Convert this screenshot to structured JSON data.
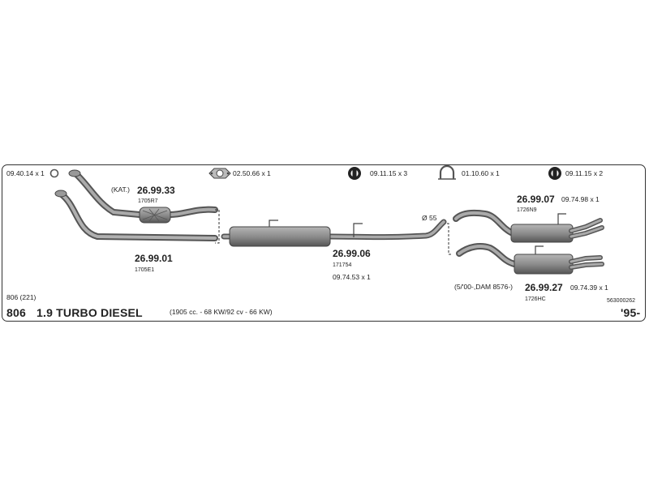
{
  "model": {
    "code": "806",
    "series": "806 (221)",
    "name": "1.9 TURBO DIESEL",
    "spec": "(1905 cc. - 68 KW/92 cv - 66 KW)",
    "year": "'95-",
    "ref": "563000262"
  },
  "accessories": [
    {
      "text": "09.40.14 x 1",
      "icon": "gasket-ring-icon"
    },
    {
      "text": "02.50.66 x 1",
      "icon": "flange-gasket-icon"
    },
    {
      "text": "09.11.15 x 3",
      "icon": "rubber-mount-icon"
    },
    {
      "text": "01.10.60 x 1",
      "icon": "pipe-clamp-icon"
    },
    {
      "text": "09.11.15 x 2",
      "icon": "rubber-mount-icon"
    }
  ],
  "parts": {
    "catalyst": {
      "prefix": "(KAT.)",
      "number": "26.99.33",
      "sub": "1705R7"
    },
    "front_pipe": {
      "number": "26.99.01",
      "sub": "1705E1"
    },
    "middle": {
      "number": "26.99.06",
      "sub": "171754",
      "extra": "09.74.53 x 1",
      "diameter": "Ø 55"
    },
    "rear_a": {
      "number": "26.99.07",
      "sub": "1726N9",
      "extra": "09.74.98 x 1"
    },
    "rear_b": {
      "prefix": "(5/'00-,DAM 8576-)",
      "number": "26.99.27",
      "sub": "1726HC",
      "extra": "09.74.39 x 1"
    }
  },
  "colors": {
    "part_fill": "#8f8f8f",
    "part_dark": "#5e5e5e",
    "frame": "#333333",
    "text": "#222222"
  }
}
